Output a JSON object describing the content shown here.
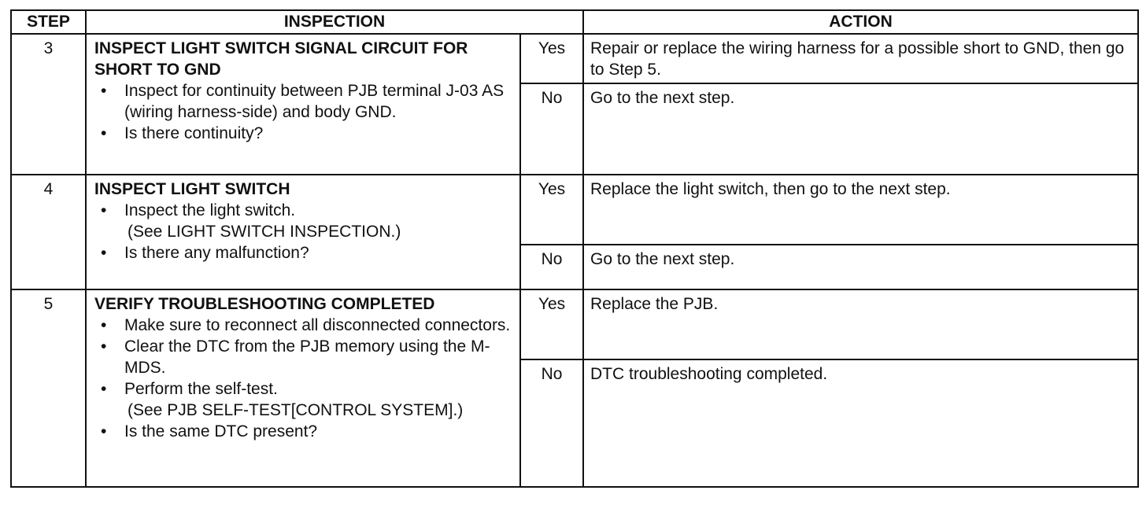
{
  "headers": {
    "step": "STEP",
    "inspection": "INSPECTION",
    "action": "ACTION"
  },
  "bullet_glyph": "•",
  "rows": [
    {
      "step": "3",
      "heading": "INSPECT LIGHT SWITCH SIGNAL CIRCUIT FOR SHORT TO GND",
      "bullets": [
        {
          "text": "Inspect for continuity between PJB terminal J-03 AS (wiring harness-side) and body GND."
        },
        {
          "text": "Is there continuity?"
        }
      ],
      "results": [
        {
          "answer": "Yes",
          "action": "Repair or replace the wiring harness for a possible short to GND, then go to Step 5."
        },
        {
          "answer": "No",
          "action": "Go to the next step."
        }
      ]
    },
    {
      "step": "4",
      "heading": "INSPECT LIGHT SWITCH",
      "bullets": [
        {
          "text": "Inspect the light switch.",
          "note": "(See LIGHT SWITCH INSPECTION.)"
        },
        {
          "text": "Is there any malfunction?"
        }
      ],
      "results": [
        {
          "answer": "Yes",
          "action": "Replace the light switch, then go to the next step."
        },
        {
          "answer": "No",
          "action": "Go to the next step."
        }
      ]
    },
    {
      "step": "5",
      "heading": "VERIFY TROUBLESHOOTING COMPLETED",
      "bullets": [
        {
          "text": "Make sure to reconnect all disconnected connectors."
        },
        {
          "text": "Clear the DTC from the PJB memory using the M-MDS."
        },
        {
          "text": "Perform the self-test.",
          "note": "(See PJB SELF-TEST[CONTROL SYSTEM].)"
        },
        {
          "text": "Is the same DTC present?"
        }
      ],
      "results": [
        {
          "answer": "Yes",
          "action": "Replace the PJB."
        },
        {
          "answer": "No",
          "action": "DTC troubleshooting completed."
        }
      ]
    }
  ]
}
